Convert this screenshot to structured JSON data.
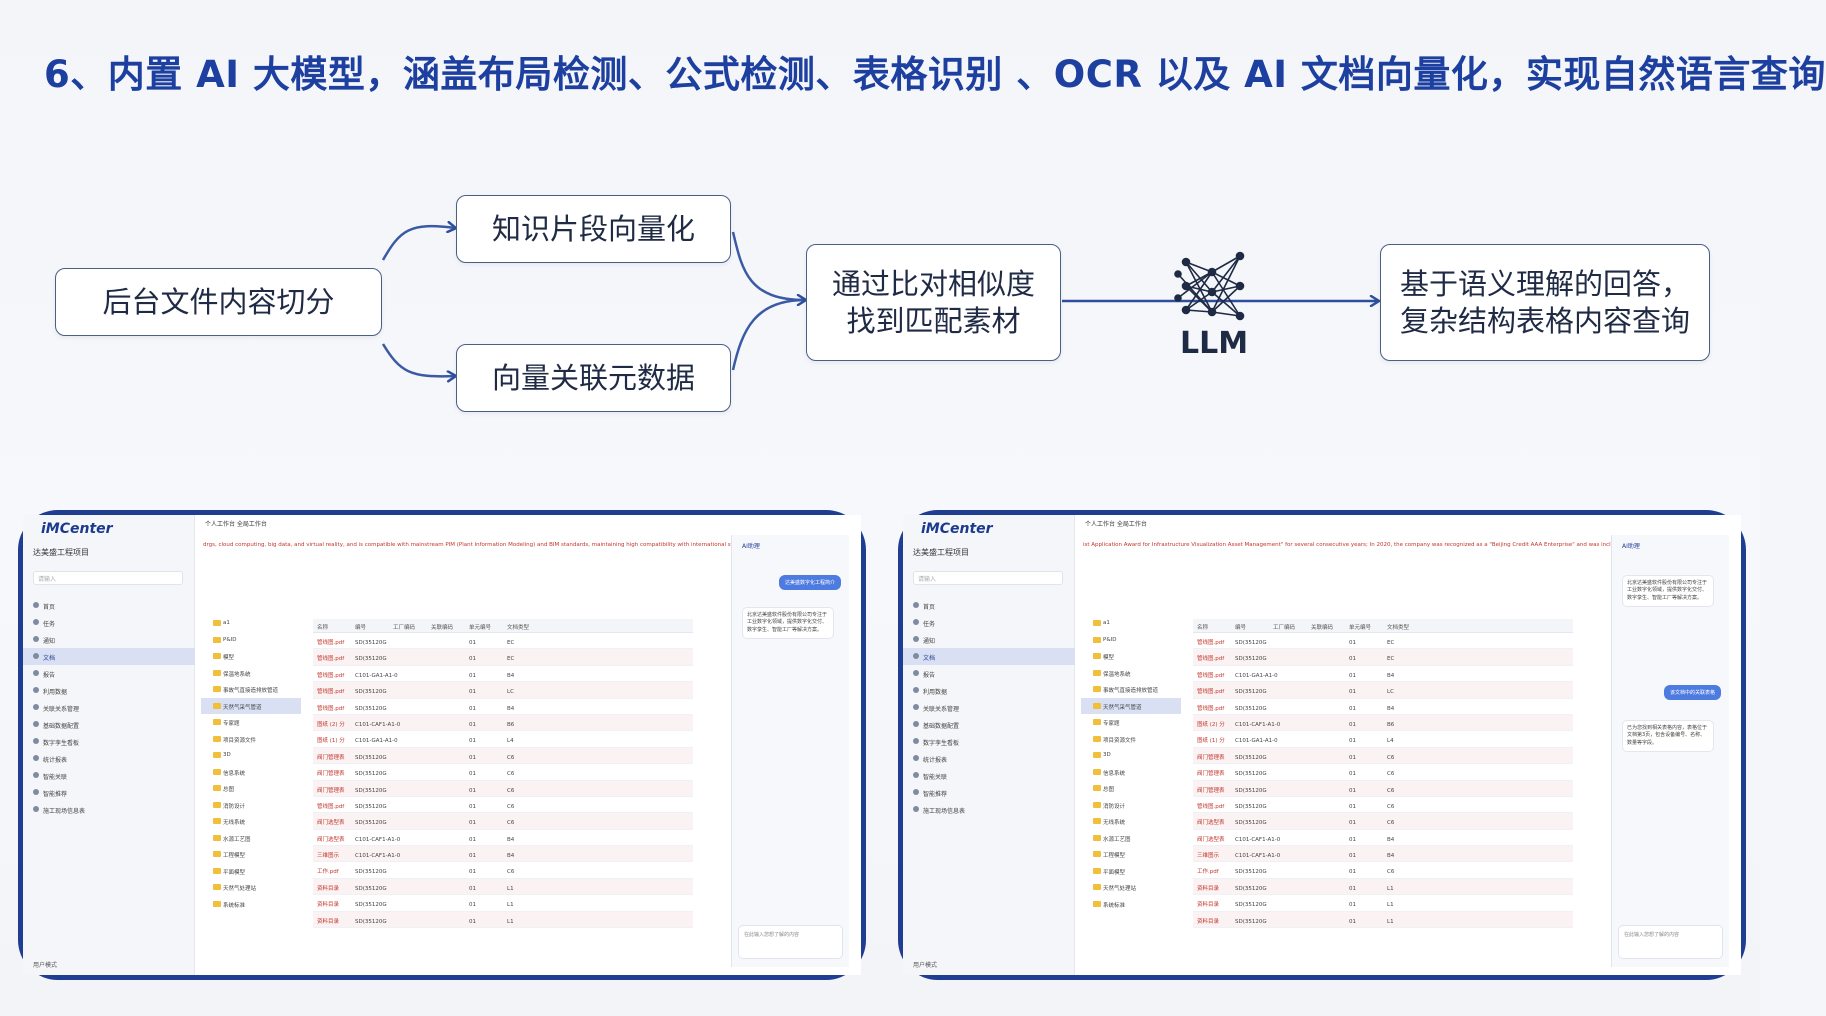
{
  "headline": "6、内置 AI 大模型，涵盖布局检测、公式检测、表格识别 、OCR 以及 AI 文档向量化，实现自然语言查询",
  "flow": {
    "split": "后台文件内容切分",
    "vectorize": "知识片段向量化",
    "metadata": "向量关联元数据",
    "match": "通过比对相似度\n找到匹配素材",
    "llm": "LLM",
    "answer": "基于语义理解的回答，\n复杂结构表格内容查询"
  },
  "colors": {
    "headline": "#1c3fa0",
    "arrow": "#2e4f9e",
    "frame": "#1f3e92"
  },
  "shot": {
    "logo": "iMCenter",
    "project": "达美盛工程项目",
    "search_placeholder": "请输入",
    "sidebar": [
      "首页",
      "任务",
      "通知",
      "文档",
      "报告",
      "利用数据",
      "关联关系管理",
      "基础数据配置",
      "数字孪生看板",
      "统计报表",
      "智能关联",
      "智能推荐",
      "施工现场信息表"
    ],
    "sidebar_active_index": 3,
    "footer": "用户模式",
    "tabs": "个人工作台    全局工作台",
    "marquee_left": "drgs, cloud computing, big data, and virtual reality, and is compatible with mainstream PIM (Plant Information Modeling) and BIM standards, maintaining high compatibility with international standar",
    "marquee_right": "ist Application Award for Infrastructure Visualization Asset Management\" for several consecutive years; In 2020, the company was recognized as a \"Beijing Credit AAA Enterprise\" and was included i",
    "tree": [
      "a1",
      "P&ID",
      "模型",
      "保温地系统",
      "事故气直接造排放管道",
      "天然气采气管道",
      "专家题",
      "项目资源文件",
      "3D",
      "信息系统",
      "总图",
      "消防设计",
      "无线系统",
      "水源工艺图",
      "工程模型",
      "平面模型",
      "天然气处理站",
      "系统标准"
    ],
    "tree_selected_index": 5,
    "columns": [
      "名称",
      "编号",
      "工厂编码",
      "关联编码",
      "单元编号",
      "文档类型"
    ],
    "rows": [
      [
        "管线图.pdf",
        "SD(35120G",
        "",
        "",
        "01",
        "EC"
      ],
      [
        "管线图.pdf",
        "SD(35120G",
        "",
        "",
        "01",
        "EC"
      ],
      [
        "管线图.pdf",
        "C101-GA1-A1-0",
        "",
        "",
        "01",
        "B4"
      ],
      [
        "管线图.pdf",
        "SD(35120G",
        "",
        "",
        "01",
        "LC"
      ],
      [
        "管线图.pdf",
        "SD(35120G",
        "",
        "",
        "01",
        "B4"
      ],
      [
        "图纸 (2) 分",
        "C101-CAF1-A1-0",
        "",
        "",
        "01",
        "B6"
      ],
      [
        "图纸 (1) 分",
        "C101-GA1-A1-0",
        "",
        "",
        "01",
        "L4"
      ],
      [
        "阀门管理表",
        "SD(35120G",
        "",
        "",
        "01",
        "C6"
      ],
      [
        "阀门管理表",
        "SD(35120G",
        "",
        "",
        "01",
        "C6"
      ],
      [
        "阀门管理表",
        "SD(35120G",
        "",
        "",
        "01",
        "C6"
      ],
      [
        "管线图.pdf",
        "SD(35120G",
        "",
        "",
        "01",
        "C6"
      ],
      [
        "阀门选型表",
        "SD(35120G",
        "",
        "",
        "01",
        "C6"
      ],
      [
        "阀门选型表",
        "C101-CAF1-A1-0",
        "",
        "",
        "01",
        "B4"
      ],
      [
        "三维图示",
        "C101-CAF1-A1-0",
        "",
        "",
        "01",
        "B4"
      ],
      [
        "工作.pdf",
        "SD(35120G",
        "",
        "",
        "01",
        "C6"
      ],
      [
        "资料目录",
        "SD(35120G",
        "",
        "",
        "01",
        "L1"
      ],
      [
        "资料目录",
        "SD(35120G",
        "",
        "",
        "01",
        "L1"
      ],
      [
        "资料目录",
        "SD(35120G",
        "",
        "",
        "01",
        "L1"
      ]
    ],
    "ai_title": "AI助理",
    "q1": "达美盛数字化工程简介",
    "a1": "北京达美盛软件股份有限公司专注于工业数字化领域，提供数字化交付、数字孪生、智能工厂等解决方案。",
    "q2": "该文档中的关联表格",
    "a2": "已为您找到相关表格内容，表格位于文档第3页，包含设备编号、名称、数量等字段。",
    "input_placeholder": "在此输入您想了解的内容"
  }
}
